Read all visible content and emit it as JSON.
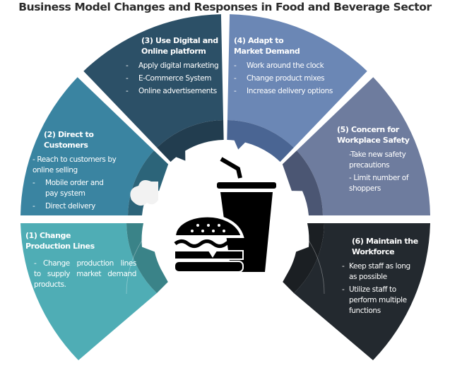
{
  "title": "Business Model Changes and Responses in Food and Beverage Sector",
  "center_icon": "burger-and-drink-icon",
  "colors": {
    "seg1": "#4fadb5",
    "seg1_inner": "#3a8388",
    "seg2": "#3a84a1",
    "seg2_inner": "#2c6479",
    "seg3": "#2c5067",
    "seg3_inner": "#223d4f",
    "seg4": "#6b87b5",
    "seg4_inner": "#4a6593",
    "seg5": "#6e7c9e",
    "seg5_inner": "#4b5673",
    "seg6": "#23292f",
    "seg6_inner": "#1b1f23",
    "title": "#2b2b2b",
    "icon": "#000000"
  },
  "segments": [
    {
      "number": "(1)",
      "title": "(1) Change Production Lines",
      "items": [
        "- Change production lines to supply market demand products."
      ]
    },
    {
      "number": "(2)",
      "title": "(2) Direct to Customers",
      "items": [
        "- Reach to customers by online selling",
        "Mobile order and pay system",
        "Direct delivery"
      ]
    },
    {
      "number": "(3)",
      "title": "(3) Use Digital and Online platform",
      "items": [
        "Apply digital marketing",
        "E-Commerce System",
        "Online advertisements"
      ]
    },
    {
      "number": "(4)",
      "title": "(4) Adapt to Market Demand",
      "items": [
        "Work around the clock",
        "Change product mixes",
        "Increase delivery options"
      ]
    },
    {
      "number": "(5)",
      "title": "(5) Concern for Workplace Safety",
      "items": [
        "-Take new safety precautions",
        "- Limit number of shoppers"
      ]
    },
    {
      "number": "(6)",
      "title": "(6) Maintain the Workforce",
      "items": [
        "Keep staff as long as possible",
        "Utilize staff to perform multiple functions"
      ]
    }
  ]
}
